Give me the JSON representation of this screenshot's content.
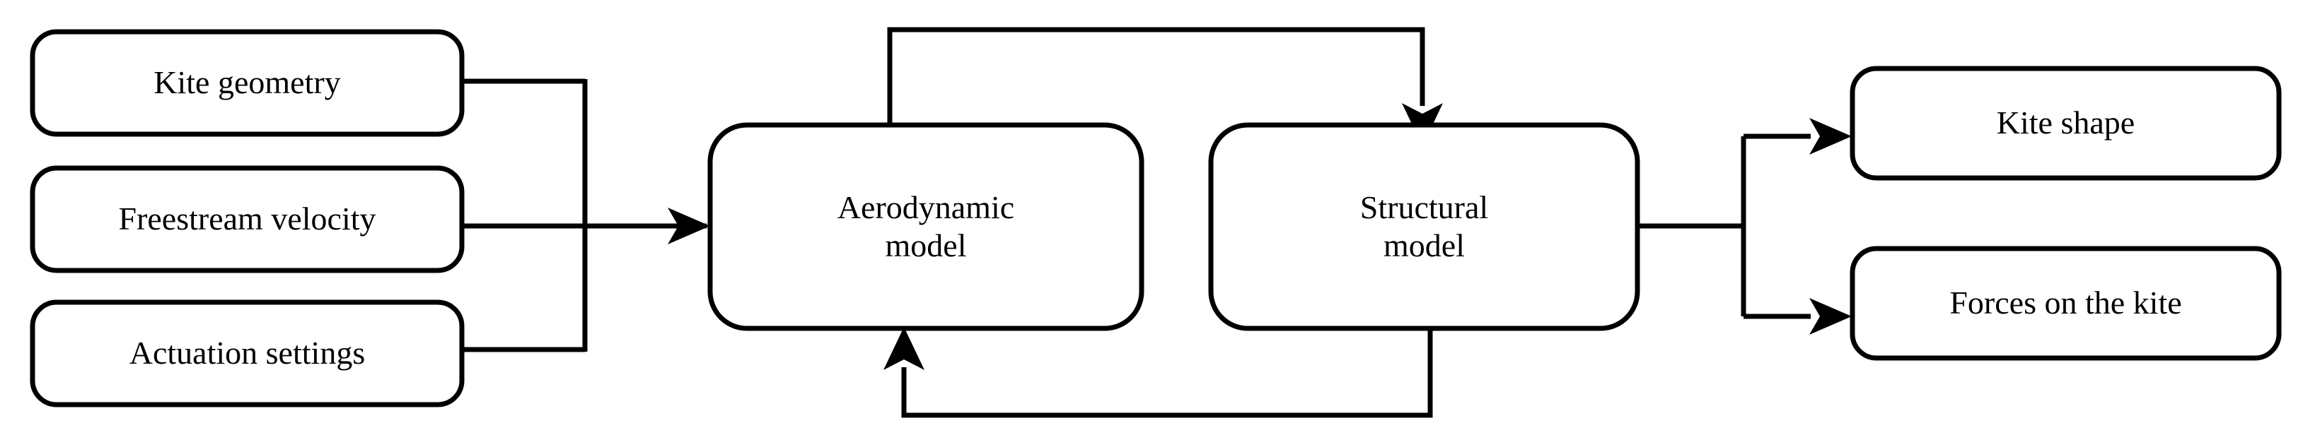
{
  "diagram": {
    "title": "Kite fluid-structure interaction model flowchart",
    "background_color": "#ffffff",
    "line_color": "#000000",
    "box_fill": "#ffffff",
    "inputs": [
      {
        "id": "kite-geometry",
        "label": "Kite geometry"
      },
      {
        "id": "freestream-velocity",
        "label": "Freestream velocity"
      },
      {
        "id": "actuation-settings",
        "label": "Actuation settings"
      }
    ],
    "models": [
      {
        "id": "aerodynamic-model",
        "label": "Aerodynamic\nmodel"
      },
      {
        "id": "structural-model",
        "label": "Structural\nmodel"
      }
    ],
    "outputs": [
      {
        "id": "kite-shape",
        "label": "Kite shape"
      },
      {
        "id": "forces-on-the-kite",
        "label": "Forces on the kite"
      }
    ],
    "connections": [
      {
        "id": "inputs-bus-to-aerodynamic",
        "from": "inputs",
        "to": "aerodynamic-model",
        "arrow": "right"
      },
      {
        "id": "aero-top-to-structural-top",
        "from": "aerodynamic-model",
        "to": "structural-model",
        "arrow": "down"
      },
      {
        "id": "structural-bottom-to-aero-bottom",
        "from": "structural-model",
        "to": "aerodynamic-model",
        "arrow": "up"
      },
      {
        "id": "structural-to-kite-shape",
        "from": "structural-model",
        "to": "kite-shape",
        "arrow": "right"
      },
      {
        "id": "structural-to-forces",
        "from": "structural-model",
        "to": "forces-on-the-kite",
        "arrow": "right"
      }
    ]
  }
}
